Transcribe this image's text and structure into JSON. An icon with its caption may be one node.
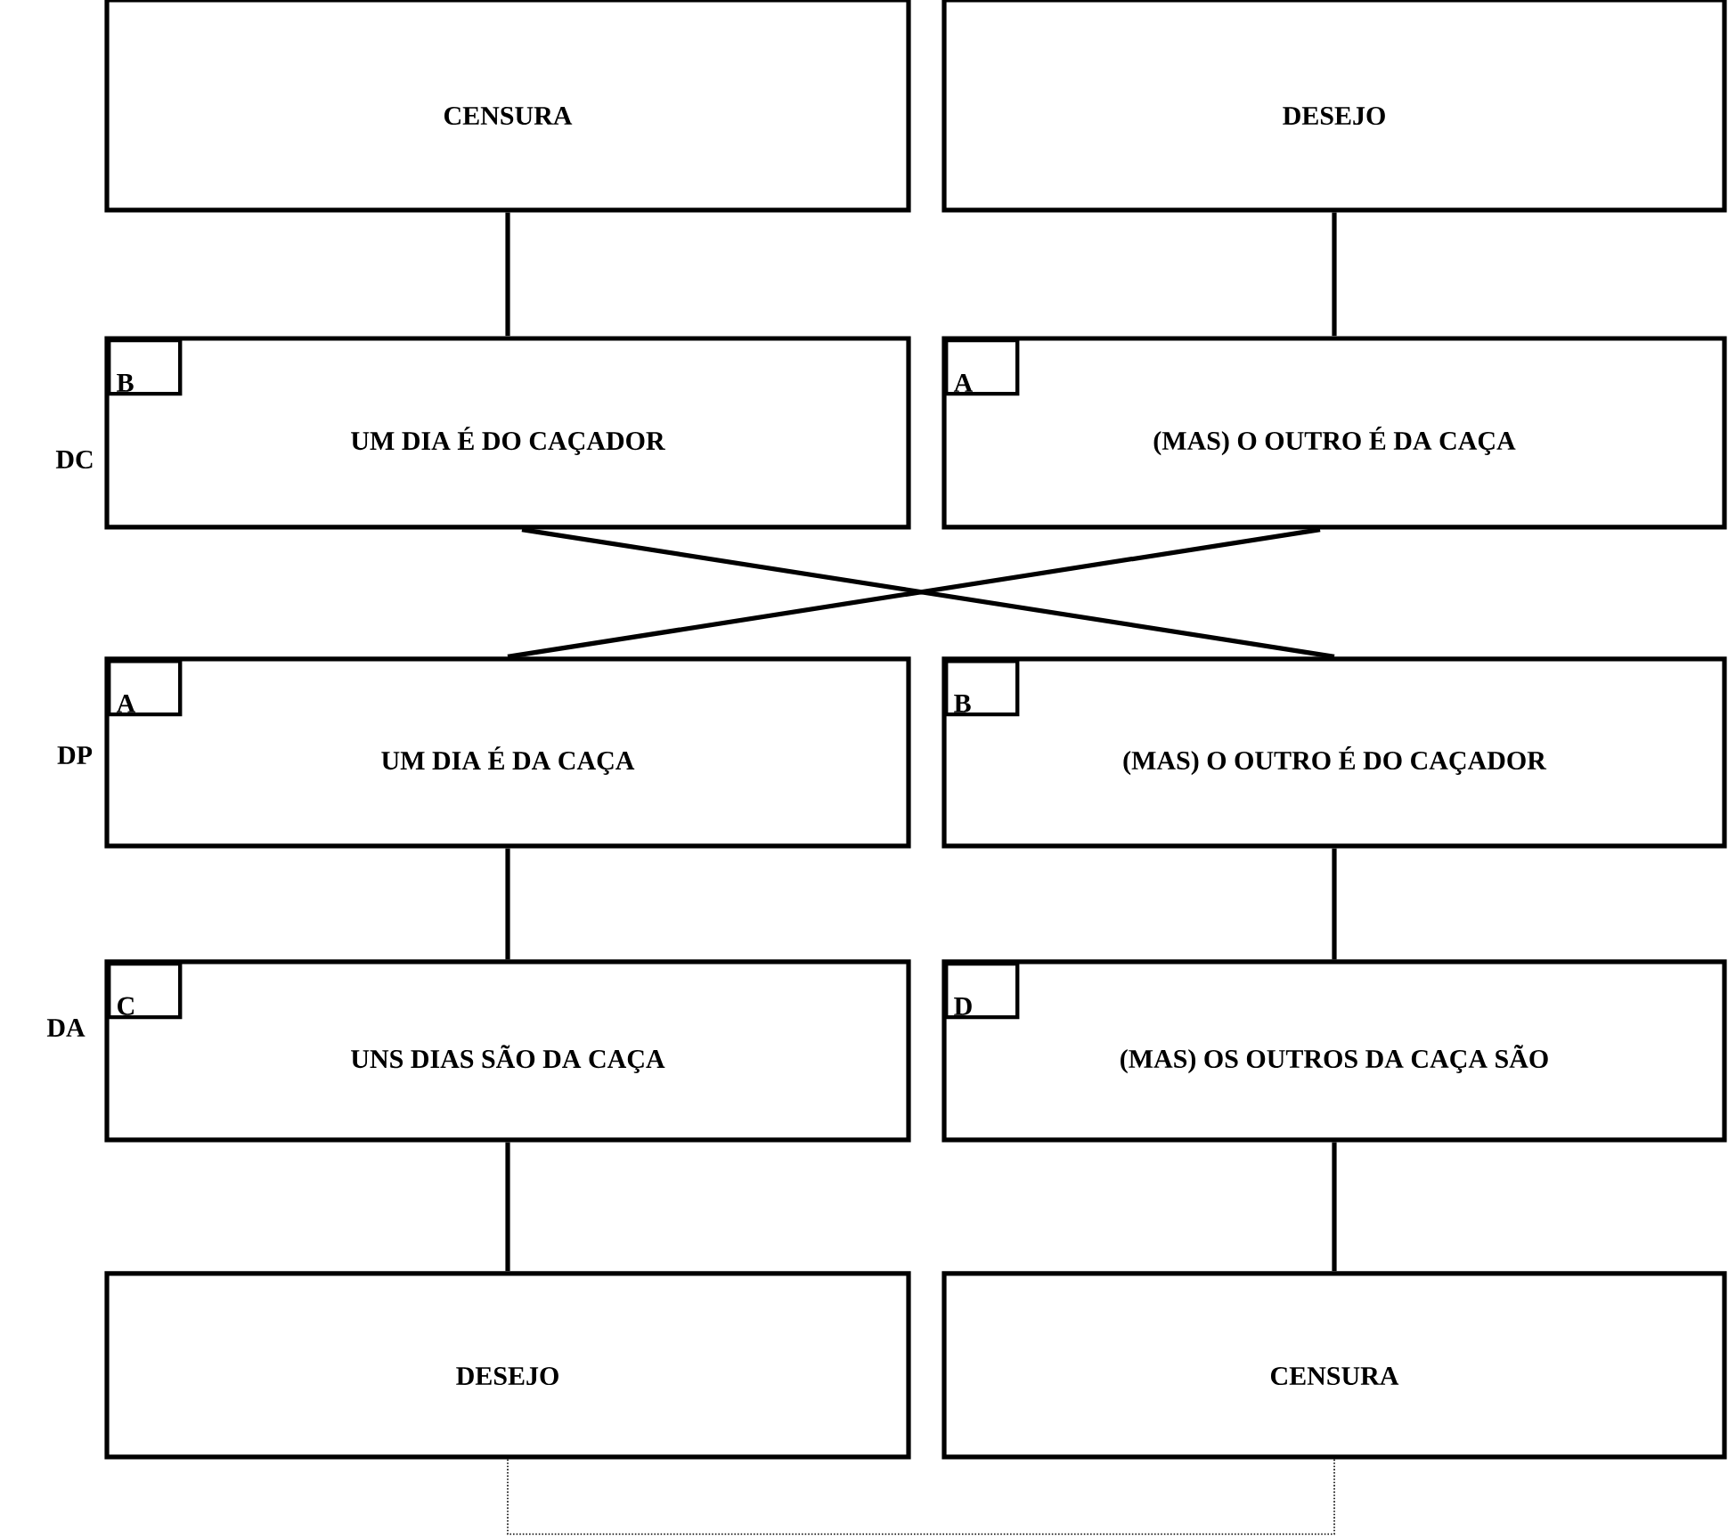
{
  "diagram": {
    "nodes": [
      {
        "text": [
          "CENSURA"
        ]
      },
      {
        "text": [
          "DESEJO"
        ]
      },
      {
        "text": [
          "UM DIA É DO CAÇADOR"
        ]
      },
      {
        "text": [
          "B"
        ],
        "in": 2
      },
      {
        "text": [
          "(MAS) O OUTRO É DA CAÇA"
        ]
      },
      {
        "text": [
          "A"
        ],
        "in": 4
      },
      {
        "text": [
          "UM DIA É DA CAÇA"
        ]
      },
      {
        "text": [
          "A"
        ],
        "in": 6
      },
      {
        "text": [
          "(MAS) O OUTRO É DO CAÇADOR"
        ]
      },
      {
        "text": [
          "B"
        ],
        "in": 8
      },
      {
        "text": [
          "UNS DIAS SÃO DA CAÇA"
        ]
      },
      {
        "text": [
          "C"
        ],
        "in": 10
      },
      {
        "text": [
          "(MAS) OS OUTROS DA CAÇA SÃO"
        ]
      },
      {
        "text": [
          "D"
        ],
        "in": 12
      },
      {
        "text": [
          "DESEJO"
        ]
      },
      {
        "text": [
          "CENSURA"
        ]
      }
    ],
    "edges": [
      {
        "from": 0,
        "to": 2,
        "arrow": "none"
      },
      {
        "from": 1,
        "to": 4,
        "arrow": "none"
      },
      {
        "from": 2,
        "to": 8,
        "arrow": "none"
      },
      {
        "from": 4,
        "to": 6,
        "arrow": "none"
      },
      {
        "from": 6,
        "to": 10,
        "arrow": "none"
      },
      {
        "from": 8,
        "to": 12,
        "arrow": "none"
      },
      {
        "from": 10,
        "to": 14,
        "arrow": "none"
      },
      {
        "from": 12,
        "to": 15,
        "arrow": "none"
      },
      {
        "from": 14,
        "to": 15,
        "arrow": "none",
        "style": "dashed"
      }
    ],
    "labels": [
      "DC",
      "DP",
      "DA"
    ]
  }
}
